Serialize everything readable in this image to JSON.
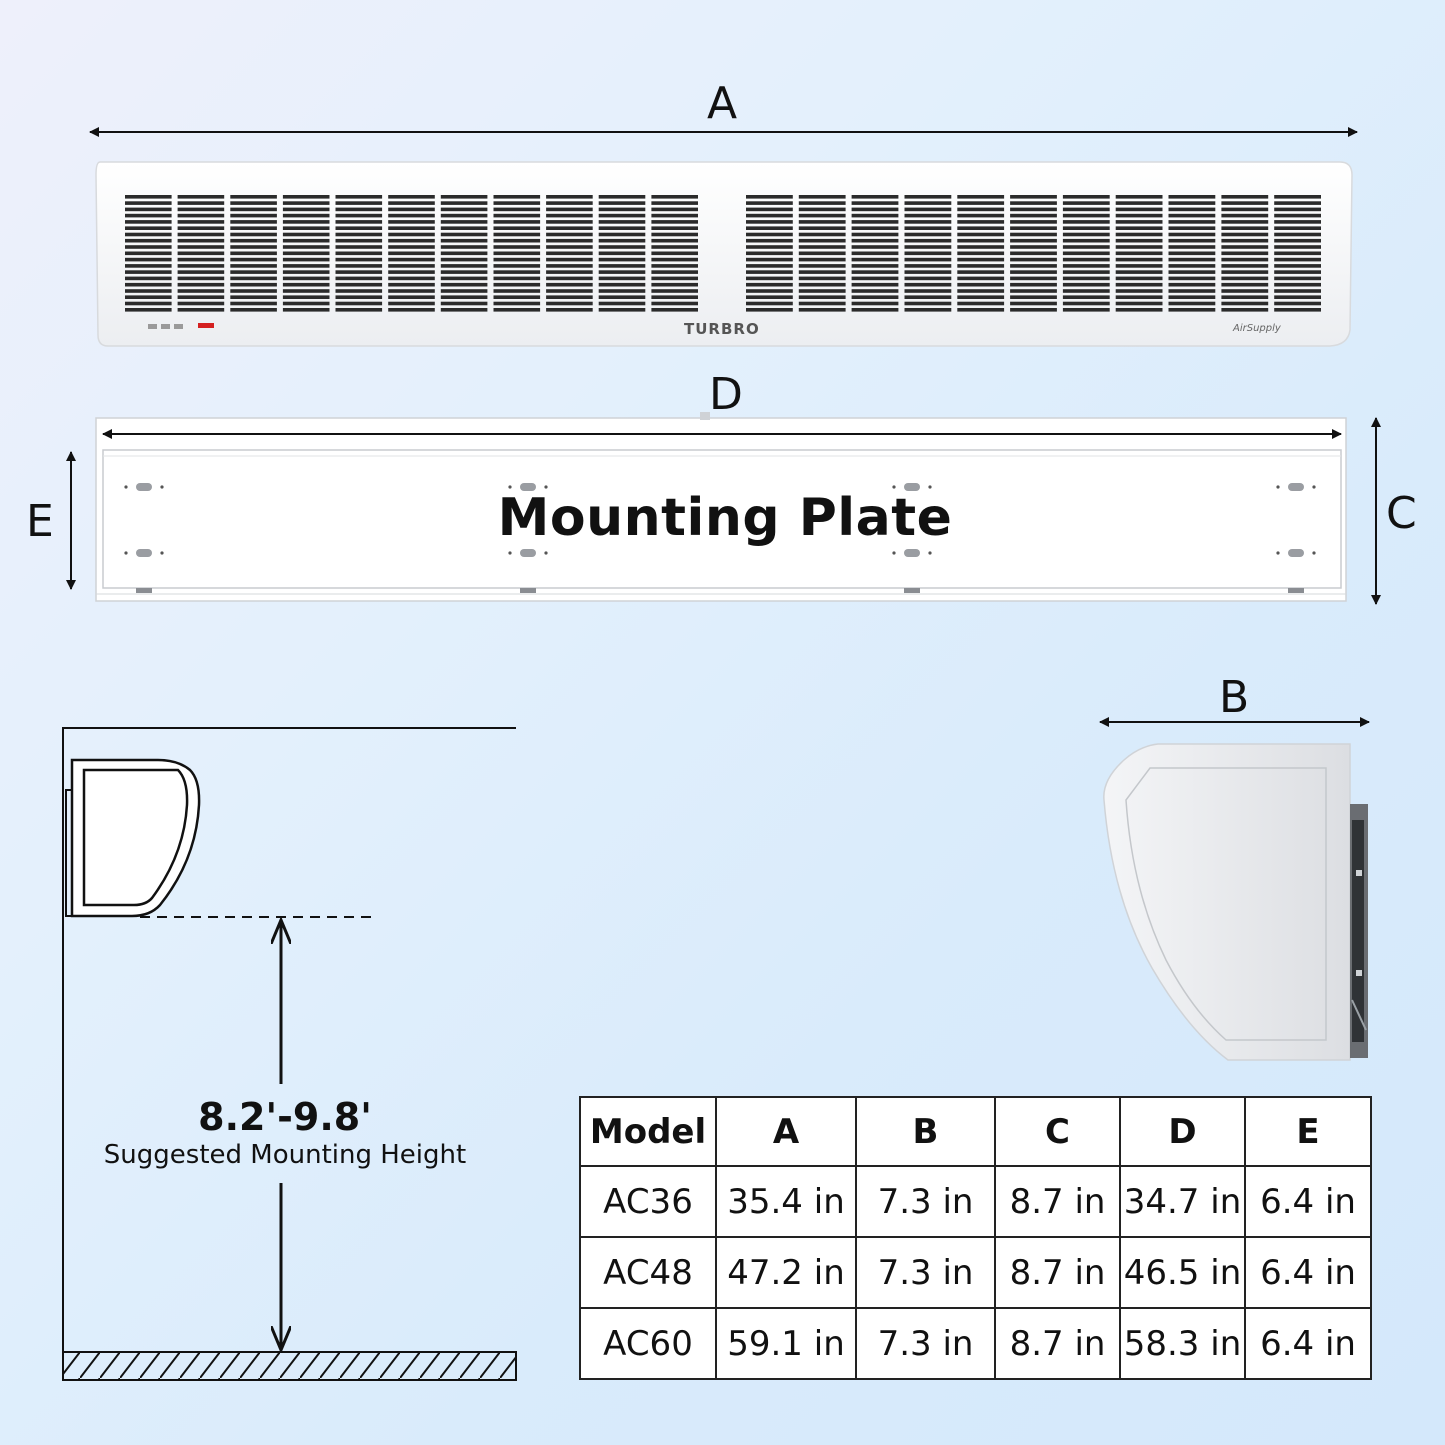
{
  "dimension_labels": {
    "a": "A",
    "b": "B",
    "c": "C",
    "d": "D",
    "e": "E"
  },
  "unit": {
    "brand": "TURBRO",
    "sub_brand": "AirSupply"
  },
  "mounting_plate": {
    "title": "Mounting Plate"
  },
  "mounting_height": {
    "value": "8.2'-9.8'",
    "caption": "Suggested Mounting Height"
  },
  "spec_table": {
    "headers": [
      "Model",
      "A",
      "B",
      "C",
      "D",
      "E"
    ],
    "rows": [
      [
        "AC36",
        "35.4 in",
        "7.3 in",
        "8.7 in",
        "34.7 in",
        "6.4 in"
      ],
      [
        "AC48",
        "47.2 in",
        "7.3 in",
        "8.7 in",
        "46.5 in",
        "6.4 in"
      ],
      [
        "AC60",
        "59.1 in",
        "7.3 in",
        "8.7 in",
        "58.3 in",
        "6.4 in"
      ]
    ]
  },
  "colors": {
    "unit_body": "#f7f8fa",
    "vent": "#2b2b2b",
    "indicator": "#d42020",
    "line": "#111111"
  }
}
